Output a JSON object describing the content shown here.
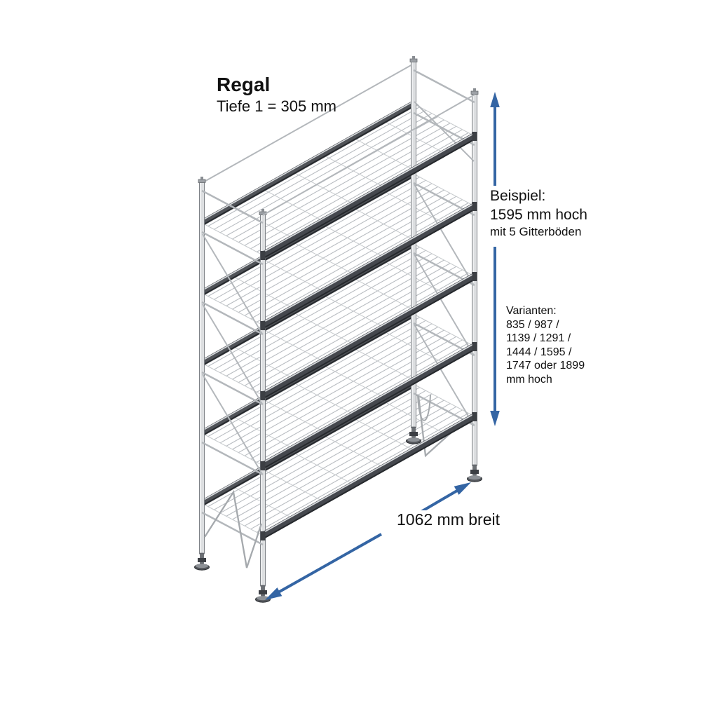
{
  "header": {
    "title": "Regal",
    "subtitle": "Tiefe 1 = 305 mm"
  },
  "annotations": {
    "height_example": {
      "line1": "Beispiel:",
      "line2": "1595 mm hoch",
      "line3": "mit 5 Gitterböden"
    },
    "height_variants": {
      "title": "Varianten:",
      "lines": [
        "835 / 987 /",
        "1139 / 1291 /",
        "1444 / 1595 /",
        "1747 oder 1899",
        "mm hoch"
      ]
    },
    "width_label": "1062 mm breit"
  },
  "figure": {
    "type": "isometric-line-drawing",
    "subject": "wire-mesh-shelf-rack",
    "shelf_count": 5
  },
  "colors": {
    "dimension_blue": "#3465a4",
    "text": "#111111",
    "beam_dark": "#45484e",
    "beam_back": "#4f5257",
    "beam_highlight": "#d6d9dc",
    "beam_shadow": "#26292d",
    "tube_gray": "#b3b7bb",
    "mesh_gray": "#b8bcc1",
    "mesh_cross": "#c6cacd",
    "post_fill": "#dcdee0",
    "post_stroke": "#7e8287",
    "foot_dark": "#3c3f44"
  }
}
